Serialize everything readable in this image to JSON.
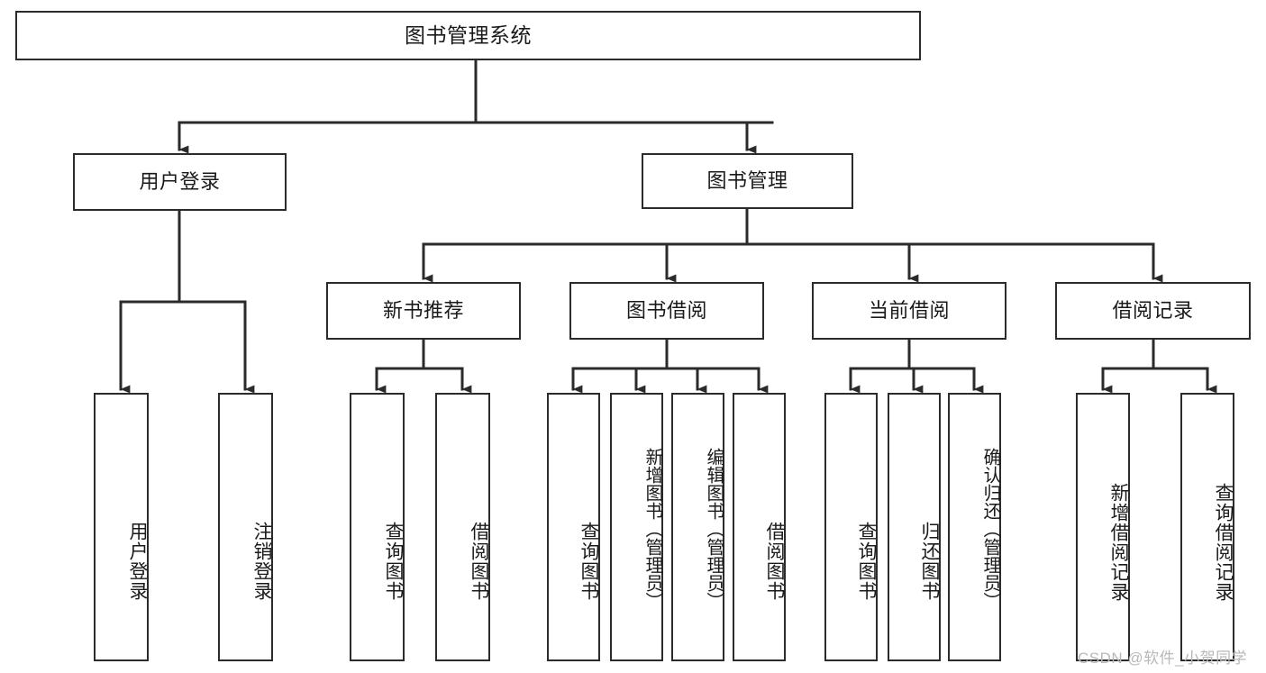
{
  "diagram": {
    "title": "图书管理系统",
    "type": "hierarchy-tree",
    "orientation": "top-down",
    "watermark": "CSDN @软件_小贺同学",
    "colors": {
      "stroke": "#2b2b2b",
      "fill": "#ffffff",
      "text": "#1a1a1a",
      "watermark": "#b8b8b8"
    },
    "levels": 4,
    "nodes": {
      "root": {
        "label": "图书管理系统",
        "level": 1
      },
      "l2": [
        {
          "id": "user-login",
          "label": "用户登录",
          "level": 2
        },
        {
          "id": "book-manage",
          "label": "图书管理",
          "level": 2
        }
      ],
      "l3": [
        {
          "id": "new-book-rec",
          "label": "新书推荐",
          "level": 3,
          "parent": "book-manage"
        },
        {
          "id": "book-borrow",
          "label": "图书借阅",
          "level": 3,
          "parent": "book-manage"
        },
        {
          "id": "current-borrow",
          "label": "当前借阅",
          "level": 3,
          "parent": "book-manage"
        },
        {
          "id": "borrow-record",
          "label": "借阅记录",
          "level": 3,
          "parent": "book-manage"
        }
      ],
      "leaves": [
        {
          "id": "leaf-user-login",
          "label": "用户登录",
          "parent": "user-login"
        },
        {
          "id": "leaf-user-logout",
          "label": "注销登录",
          "parent": "user-login"
        },
        {
          "id": "leaf-query-book-1",
          "label": "查询图书",
          "parent": "new-book-rec"
        },
        {
          "id": "leaf-borrow-book-1",
          "label": "借阅图书",
          "parent": "new-book-rec"
        },
        {
          "id": "leaf-query-book-2",
          "label": "查询图书",
          "parent": "book-borrow"
        },
        {
          "id": "leaf-add-book",
          "label": "新增图书（管理员）",
          "parent": "book-borrow"
        },
        {
          "id": "leaf-edit-book",
          "label": "编辑图书（管理员）",
          "parent": "book-borrow"
        },
        {
          "id": "leaf-borrow-book-2",
          "label": "借阅图书",
          "parent": "book-borrow"
        },
        {
          "id": "leaf-query-book-3",
          "label": "查询图书",
          "parent": "current-borrow"
        },
        {
          "id": "leaf-return-book",
          "label": "归还图书",
          "parent": "current-borrow"
        },
        {
          "id": "leaf-confirm-return",
          "label": "确认归还（管理员）",
          "parent": "current-borrow"
        },
        {
          "id": "leaf-add-record",
          "label": "新增借阅记录",
          "parent": "borrow-record"
        },
        {
          "id": "leaf-query-record",
          "label": "查询借阅记录",
          "parent": "borrow-record"
        }
      ]
    }
  }
}
